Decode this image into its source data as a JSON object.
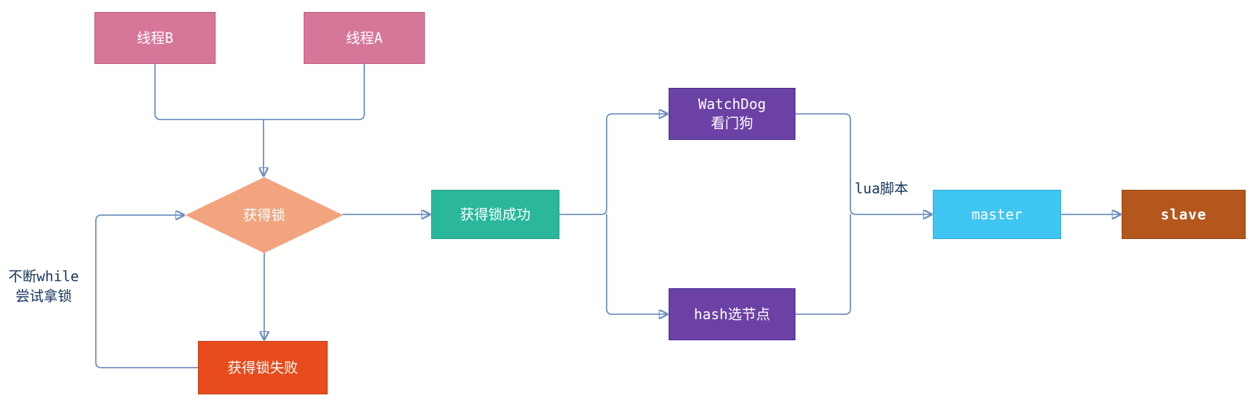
{
  "diagram": {
    "nodes": {
      "thread_b": {
        "label": "线程B",
        "fill": "#d6779a"
      },
      "thread_a": {
        "label": "线程A",
        "fill": "#d6779a"
      },
      "acquire_lock": {
        "label": "获得锁",
        "fill": "#f2a47e"
      },
      "acquire_success": {
        "label": "获得锁成功",
        "fill": "#2ab79b"
      },
      "watchdog": {
        "label": "WatchDog\n看门狗",
        "fill": "#6c41a5"
      },
      "hash_select": {
        "label": "hash选节点",
        "fill": "#6c41a5"
      },
      "master": {
        "label": "master",
        "fill": "#3fc6f3"
      },
      "slave": {
        "label": "slave",
        "fill": "#b4571c"
      },
      "acquire_fail": {
        "label": "获得锁失败",
        "fill": "#e84b1c"
      }
    },
    "edge_labels": {
      "lua_script": "lua脚本",
      "retry_loop": "不断while\n尝试拿锁"
    },
    "colors": {
      "edge": "#6c8ebf",
      "edge_label_text": "#17365d",
      "node_text": "#ffffff",
      "background": "#ffffff"
    }
  }
}
